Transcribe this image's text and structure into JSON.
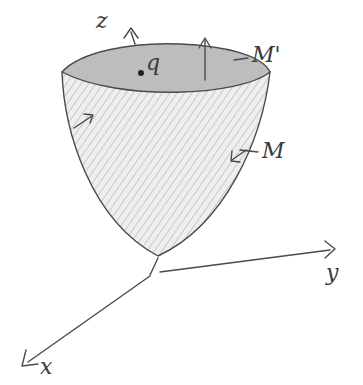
{
  "diagram": {
    "labels": [
      "z",
      "y",
      "x",
      "M",
      "M'",
      "q"
    ]
  }
}
